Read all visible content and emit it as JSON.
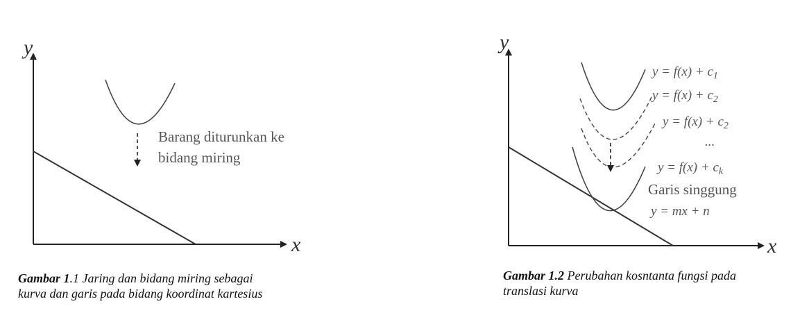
{
  "figure1": {
    "y_axis_label": "y",
    "x_axis_label": "x",
    "annotation_line1": "Barang diturunkan ke",
    "annotation_line2": "bidang miring",
    "caption_bold": "Gambar 1",
    "caption_rest_line1": ".1 Jaring dan bidang miring sebagai",
    "caption_line2": "kurva dan garis pada bidang koordinat kartesius"
  },
  "figure2": {
    "y_axis_label": "y",
    "x_axis_label": "x",
    "equations": {
      "curve1": "y = f(x) + c",
      "curve1_sub": "1",
      "curve2": "y = f(x) + c",
      "curve2_sub": "2",
      "curve3": "y = f(x) + c",
      "curve3_sub": "2",
      "ellipsis": "...",
      "curve4": "y = f(x) + c",
      "curve4_sub": "k"
    },
    "tangent_label": "Garis singgung",
    "tangent_equation": "y = mx + n",
    "caption_bold": "Gambar 1.2",
    "caption_rest_line1": " Perubahan kosntanta fungsi pada",
    "caption_line2": "translasi kurva"
  },
  "colors": {
    "ink": "#333333",
    "text": "#555555"
  }
}
